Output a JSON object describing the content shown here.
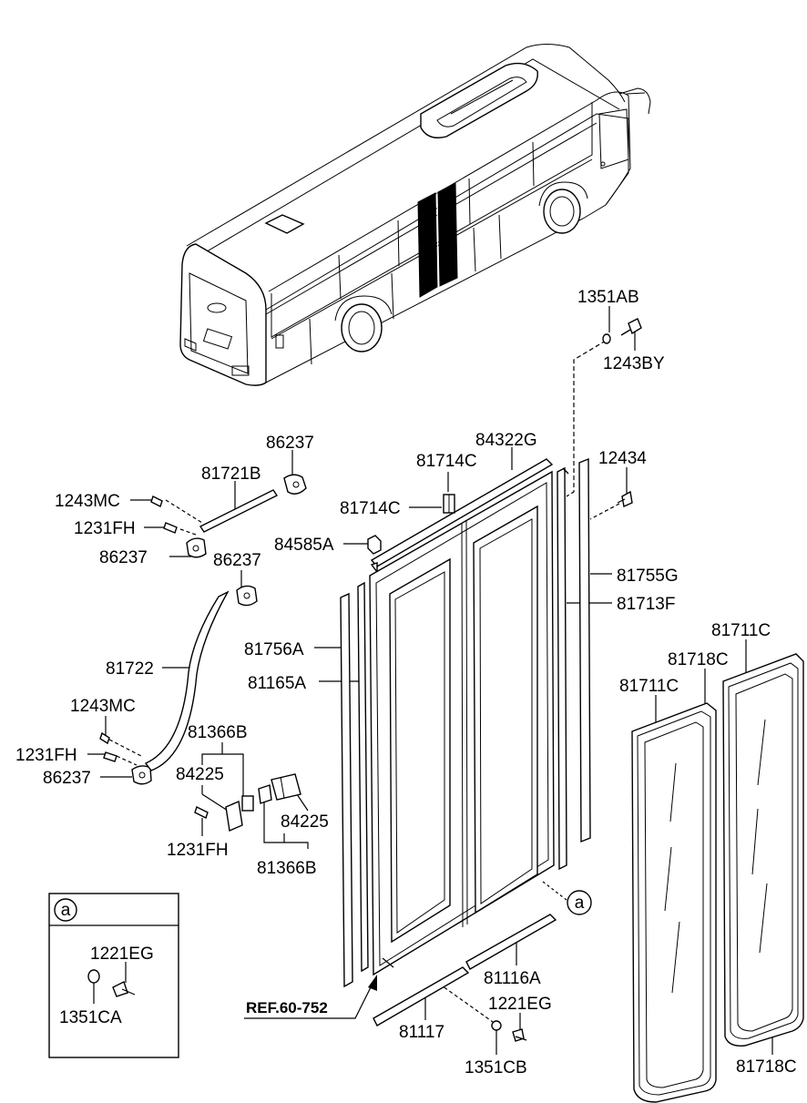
{
  "labels": {
    "p1351AB": "1351AB",
    "p1243BY": "1243BY",
    "p86237_top": "86237",
    "p84322G": "84322G",
    "p81721B": "81721B",
    "p81714C_a": "81714C",
    "p12434": "12434",
    "p1243MC_a": "1243MC",
    "p81714C_b": "81714C",
    "p1231FH_a": "1231FH",
    "p84585A": "84585A",
    "p86237_mid": "86237",
    "p86237_mid2": "86237",
    "p81755G": "81755G",
    "p81713F": "81713F",
    "p81711C_a": "81711C",
    "p81756A": "81756A",
    "p81718C_a": "81718C",
    "p81722": "81722",
    "p81165A": "81165A",
    "p81711C_b": "81711C",
    "p1243MC_b": "1243MC",
    "p81366B_a": "81366B",
    "p1231FH_b": "1231FH",
    "p84225_a": "84225",
    "p86237_bot": "86237",
    "p84225_b": "84225",
    "p1231FH_c": "1231FH",
    "p81366B_b": "81366B",
    "circle_a": "a",
    "p81116A": "81116A",
    "p1221EG_a": "1221EG",
    "p1351CA": "1351CA",
    "ref": "REF.60-752",
    "p1221EG_b": "1221EG",
    "p81117": "81117",
    "p1351CB": "1351CB",
    "p81718C_b": "81718C",
    "inset_a": "a"
  }
}
